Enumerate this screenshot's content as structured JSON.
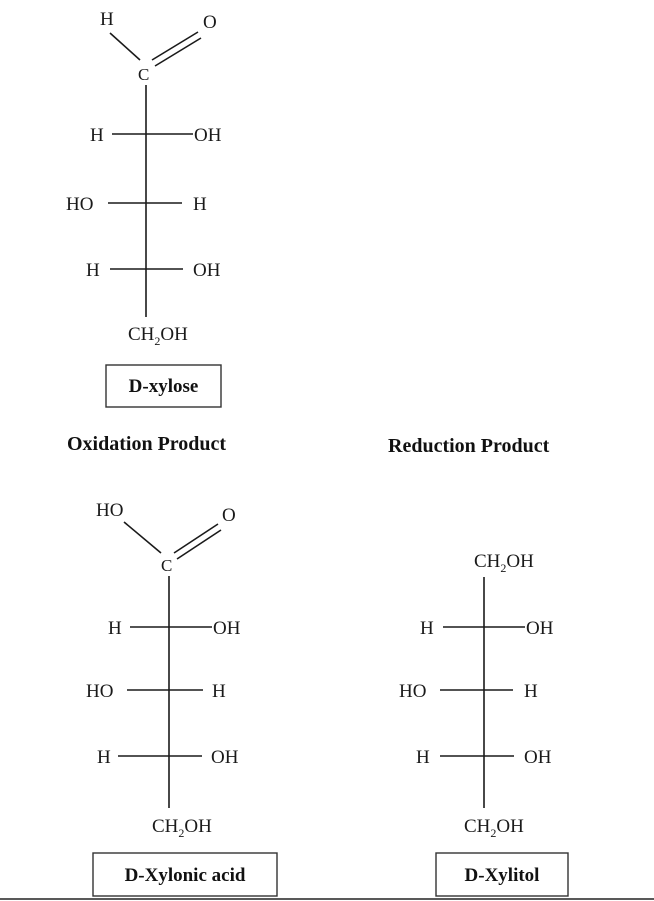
{
  "xylose": {
    "top_h": "H",
    "top_o": "O",
    "carbon": "C",
    "row1_left": "H",
    "row1_right": "OH",
    "row2_left": "HO",
    "row2_right": "H",
    "row3_left": "H",
    "row3_right": "OH",
    "bottom_ch": "CH",
    "bottom_sub": "2",
    "bottom_oh": "OH",
    "name": "D-xylose"
  },
  "headings": {
    "oxidation": "Oxidation Product",
    "reduction": "Reduction Product"
  },
  "xylonic": {
    "top_ho": "HO",
    "top_o": "O",
    "carbon": "C",
    "row1_left": "H",
    "row1_right": "OH",
    "row2_left": "HO",
    "row2_right": "H",
    "row3_left": "H",
    "row3_right": "OH",
    "bottom_ch": "CH",
    "bottom_sub": "2",
    "bottom_oh": "OH",
    "name": "D-Xylonic acid"
  },
  "xylitol": {
    "top_ch": "CH",
    "top_sub": "2",
    "top_oh": "OH",
    "row1_left": "H",
    "row1_right": "OH",
    "row2_left": "HO",
    "row2_right": "H",
    "row3_left": "H",
    "row3_right": "OH",
    "bottom_ch": "CH",
    "bottom_sub": "2",
    "bottom_oh": "OH",
    "name": "D-Xylitol"
  }
}
